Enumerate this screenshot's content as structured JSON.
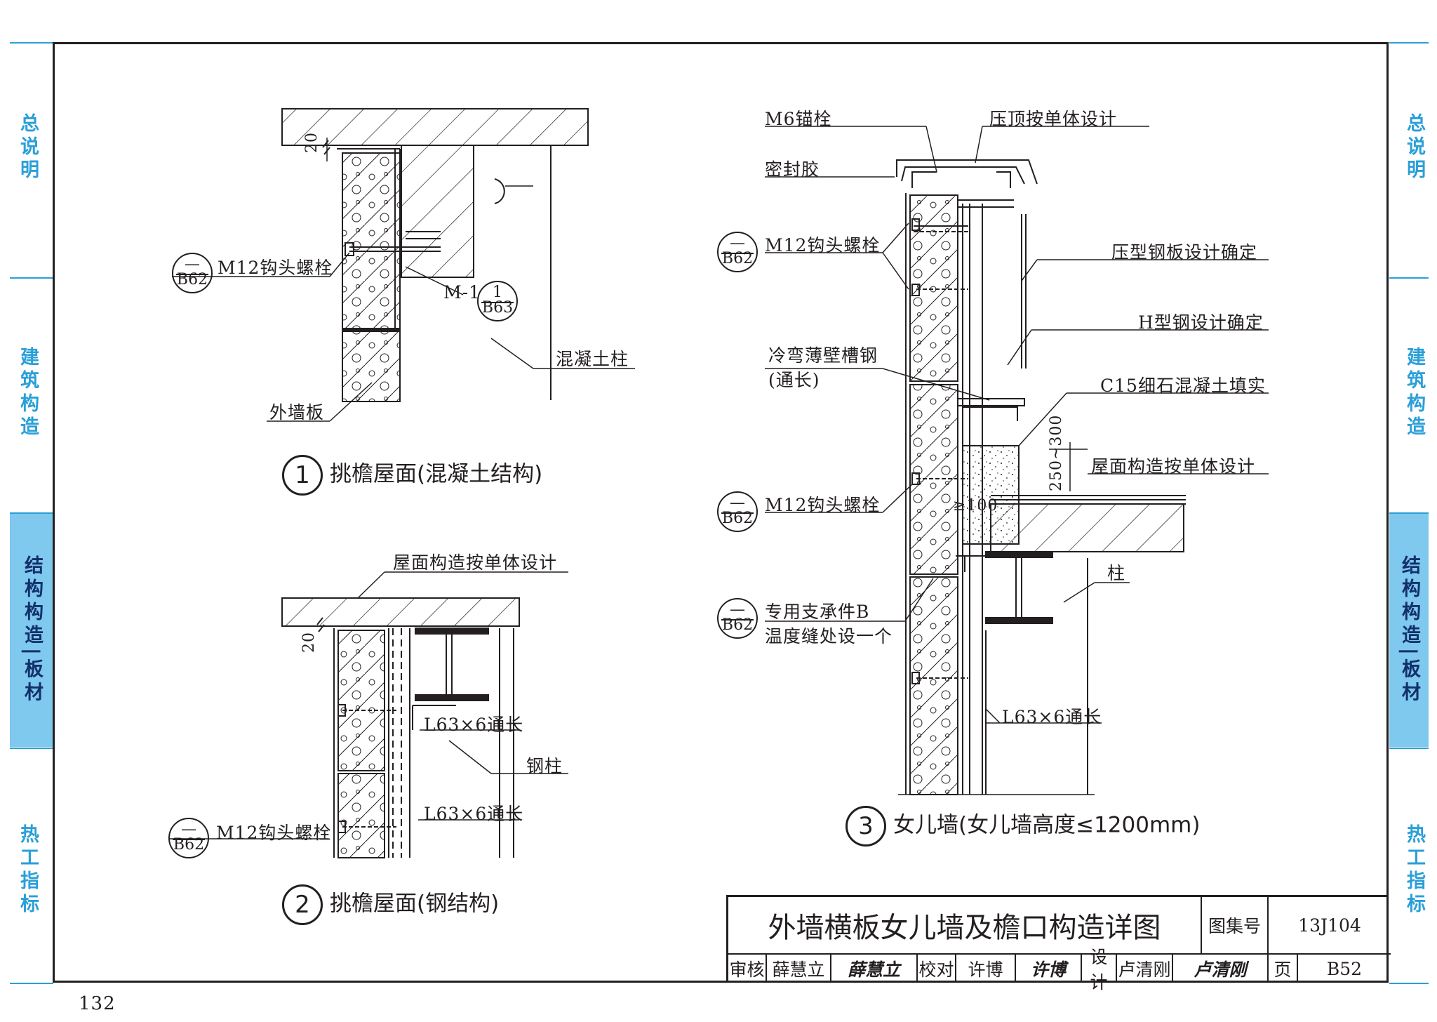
{
  "sidebar": {
    "left": [
      {
        "label": "总说明",
        "active": false
      },
      {
        "label": "建筑构造",
        "active": false
      },
      {
        "label": "结构构造|板材",
        "active": true
      },
      {
        "label": "热工指标",
        "active": false
      }
    ],
    "right": [
      {
        "label": "总说明",
        "active": false
      },
      {
        "label": "建筑构造",
        "active": false
      },
      {
        "label": "结构构造|板材",
        "active": true
      },
      {
        "label": "热工指标",
        "active": false
      }
    ]
  },
  "detail1": {
    "title_num": "1",
    "title": "挑檐屋面(混凝土结构)",
    "dim_20": "20",
    "bolt_label": "M12钩头螺栓",
    "bolt_ref_top": "—",
    "bolt_ref_bottom": "B62",
    "m1_label": "M-1",
    "m1_ref_top": "1",
    "m1_ref_bottom": "B63",
    "column_label": "混凝土柱",
    "panel_label": "外墙板"
  },
  "detail2": {
    "title_num": "2",
    "title": "挑檐屋面(钢结构)",
    "roof_label": "屋面构造按单体设计",
    "dim_20": "20",
    "angle_label_1": "L63×6通长",
    "steel_col_label": "钢柱",
    "angle_label_2": "L63×6通长",
    "bolt_label": "M12钩头螺栓",
    "bolt_ref_top": "—",
    "bolt_ref_bottom": "B62"
  },
  "detail3": {
    "title_num": "3",
    "title": "女儿墙(女儿墙高度≤1200mm)",
    "m6_label": "M6锚栓",
    "coping_label": "压顶按单体设计",
    "sealant_label": "密封胶",
    "bolt_label_1": "M12钩头螺栓",
    "ref_top": "—",
    "ref_bottom": "B62",
    "steel_sheet_label": "压型钢板设计确定",
    "h_steel_label": "H型钢设计确定",
    "channel_label": "冷弯薄壁槽钢",
    "channel_label_2": "(通长)",
    "c15_label": "C15细石混凝土填实",
    "dim_height": "250~300",
    "roof_label": "屋面构造按单体设计",
    "bolt_label_2": "M12钩头螺栓",
    "dim_100": "≥100",
    "column_label": "柱",
    "support_label": "专用支承件B",
    "support_label_2": "温度缝处设一个",
    "angle_label": "L63×6通长"
  },
  "title_block": {
    "drawing_title": "外墙横板女儿墙及檐口构造详图",
    "atlas_no_label": "图集号",
    "atlas_no": "13J104",
    "page_label": "页",
    "page_no": "B52",
    "review_label": "审核",
    "reviewer": "薛慧立",
    "review_sign": "薛慧立",
    "check_label": "校对",
    "checker": "许博",
    "check_sign": "许博",
    "design_label": "设计",
    "designer": "卢清刚",
    "design_sign": "卢清刚"
  },
  "page_number": "132",
  "colors": {
    "accent": "#2a9fd8",
    "active_bg": "#7fc8ee",
    "line": "#231f20"
  }
}
